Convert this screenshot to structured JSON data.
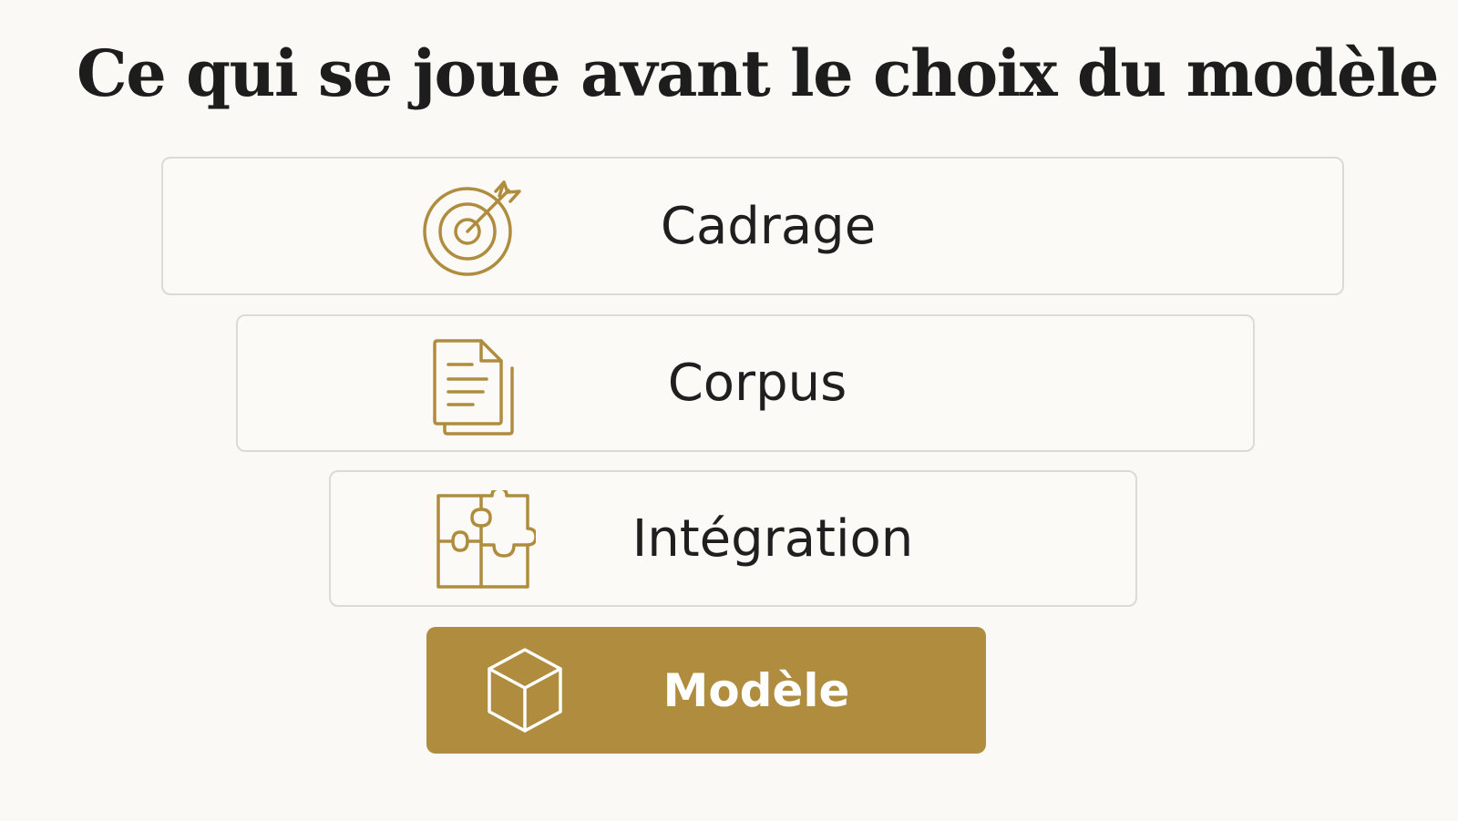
{
  "title": "Ce qui se joue avant le choix du modèle",
  "accent_color": "#b08c3e",
  "layers": [
    {
      "label": "Cadrage",
      "icon": "target-icon"
    },
    {
      "label": "Corpus",
      "icon": "document-icon"
    },
    {
      "label": "Intégration",
      "icon": "puzzle-icon"
    },
    {
      "label": "Modèle",
      "icon": "cube-icon"
    }
  ]
}
